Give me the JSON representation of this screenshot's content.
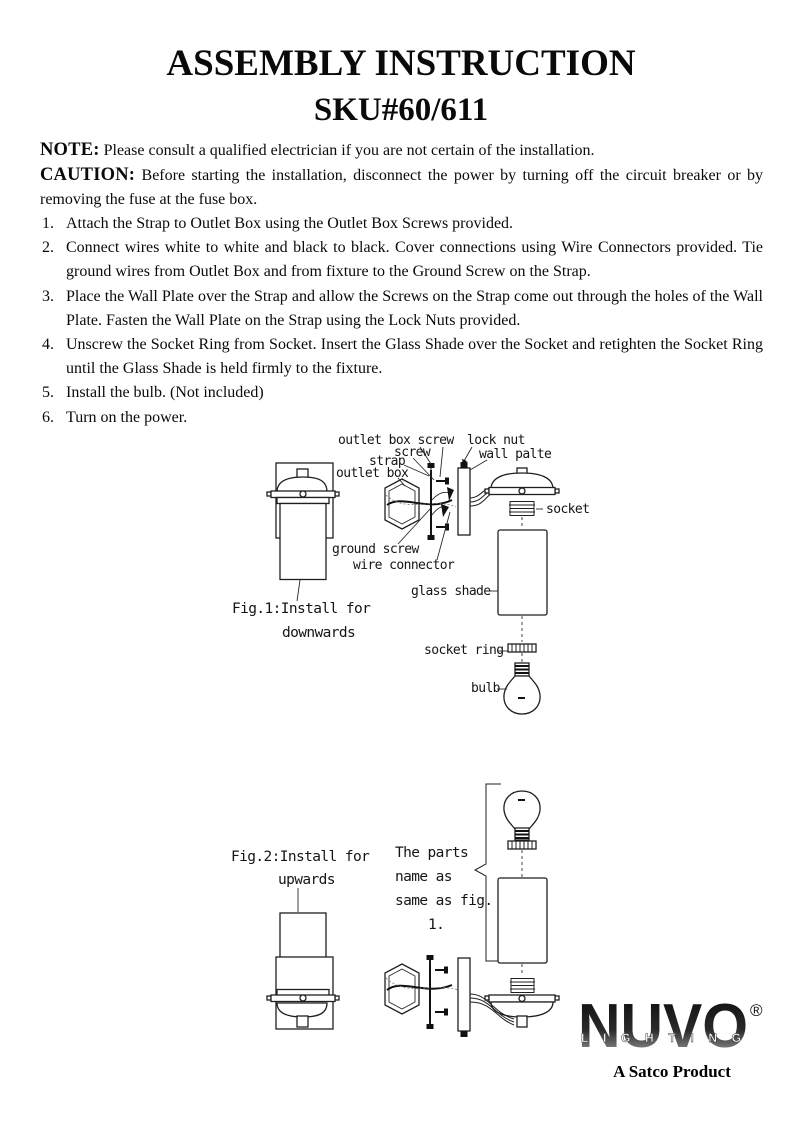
{
  "doc": {
    "title": "ASSEMBLY INSTRUCTION",
    "subtitle": "SKU#60/611",
    "note_label": "NOTE:",
    "note_text": "Please consult a qualified electrician if you are not certain of the installation.",
    "caution_label": "CAUTION:",
    "caution_text": "Before starting the installation, disconnect the power by turning off the circuit breaker or by removing the fuse at the fuse box."
  },
  "steps": [
    {
      "num": "1.",
      "text": "Attach the Strap to Outlet Box using the Outlet Box Screws provided."
    },
    {
      "num": "2.",
      "text": "Connect wires white to white and black to black. Cover connections using Wire Connectors provided. Tie ground wires from Outlet Box and from fixture to the Ground Screw on the Strap."
    },
    {
      "num": "3.",
      "text": "Place the Wall Plate over the Strap and allow the Screws on the Strap come out through the holes of the Wall Plate. Fasten the Wall Plate on the Strap using the Lock Nuts provided."
    },
    {
      "num": "4.",
      "text": "Unscrew the Socket Ring from Socket. Insert the Glass Shade over the Socket and retighten the Socket Ring until the Glass Shade is held firmly to the fixture."
    },
    {
      "num": "5.",
      "text": "Install the bulb. (Not included)"
    },
    {
      "num": "6.",
      "text": "Turn on the power."
    }
  ],
  "fig1": {
    "caption_line1": "Fig.1:Install for",
    "caption_line2": "downwards",
    "labels": {
      "outlet_box_screw": "outlet box screw",
      "screw": "screw",
      "strap": "strap",
      "outlet_box": "outlet box",
      "lock_nut": "lock nut",
      "wall_plate": "wall palte",
      "socket": "socket",
      "ground_screw": "ground screw",
      "wire_connector": "wire connector",
      "glass_shade": "glass shade",
      "socket_ring": "socket ring",
      "bulb": "bulb"
    }
  },
  "fig2": {
    "caption_line1": "Fig.2:Install for",
    "caption_line2": "upwards",
    "note_lines": [
      "The parts",
      "name as",
      "same as fig.",
      "1."
    ]
  },
  "logo": {
    "brand": "NUVO",
    "registered": "®",
    "sub": "LIGHTING",
    "tagline": "A Satco Product"
  }
}
